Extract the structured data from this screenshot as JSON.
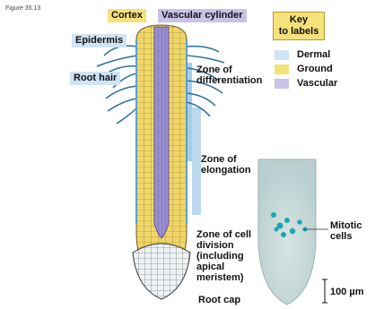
{
  "figure_label": "Figure 35.13",
  "labels": {
    "cortex": "Cortex",
    "vascular_cylinder": "Vascular cylinder",
    "epidermis": "Epidermis",
    "root_hair": "Root hair",
    "zone_differentiation": [
      "Zone of",
      "differentiation"
    ],
    "zone_elongation": [
      "Zone of",
      "elongation"
    ],
    "zone_division": [
      "Zone of cell",
      "division",
      "(including",
      "apical",
      "meristem)"
    ],
    "root_cap": "Root cap",
    "mitotic_cells": [
      "Mitotic",
      "cells"
    ],
    "scale": "100 µm"
  },
  "key": {
    "title": [
      "Key",
      "to labels"
    ],
    "items": [
      {
        "label": "Dermal",
        "color": "#cfe4f4"
      },
      {
        "label": "Ground",
        "color": "#f6e27a"
      },
      {
        "label": "Vascular",
        "color": "#c9c2e6"
      }
    ]
  },
  "colors": {
    "ground": "#f1d66a",
    "vascular": "#9a8ed0",
    "dermal_bar": "#a9cde6",
    "micrograph_bg": "#cfdede",
    "stain": "#1aa6b2"
  }
}
